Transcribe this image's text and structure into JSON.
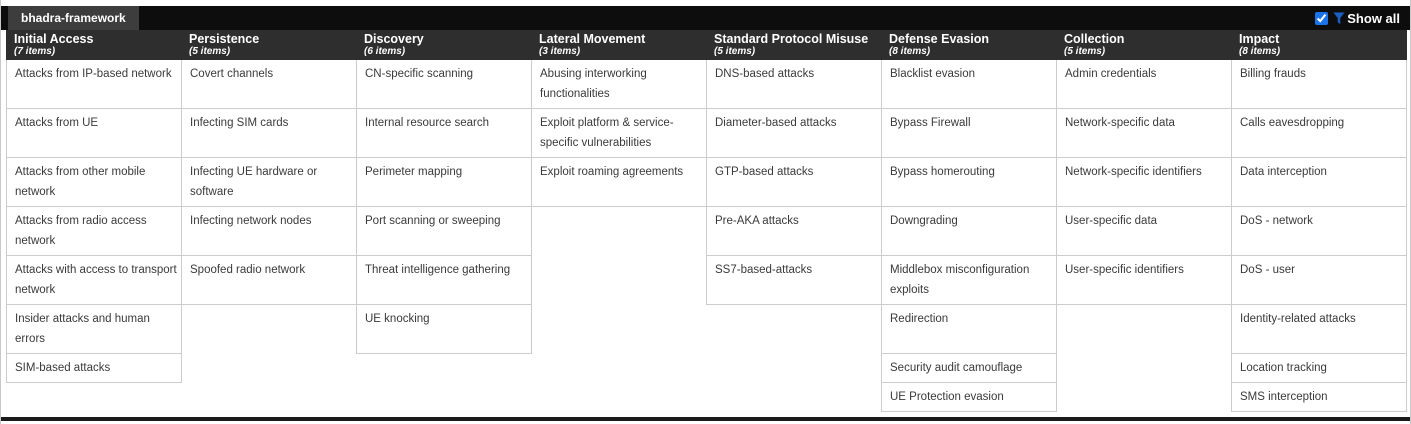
{
  "header": {
    "tab_label": "bhadra-framework",
    "show_all_label": "Show all",
    "show_all_checked": true
  },
  "matrix": {
    "columns": [
      {
        "name": "Initial Access",
        "count_label": "(7 items)",
        "techniques": [
          "Attacks from IP-based network",
          "Attacks from UE",
          "Attacks from other mobile network",
          "Attacks from radio access network",
          "Attacks with access to transport network",
          "Insider attacks and human errors",
          "SIM-based attacks"
        ]
      },
      {
        "name": "Persistence",
        "count_label": "(5 items)",
        "techniques": [
          "Covert channels",
          "Infecting SIM cards",
          "Infecting UE hardware or software",
          "Infecting network nodes",
          "Spoofed radio network"
        ]
      },
      {
        "name": "Discovery",
        "count_label": "(6 items)",
        "techniques": [
          "CN-specific scanning",
          "Internal resource search",
          "Perimeter mapping",
          "Port scanning or sweeping",
          "Threat intelligence gathering",
          "UE knocking"
        ]
      },
      {
        "name": "Lateral Movement",
        "count_label": "(3 items)",
        "techniques": [
          "Abusing interworking functionalities",
          "Exploit platform & service-specific vulnerabilities",
          "Exploit roaming agreements"
        ]
      },
      {
        "name": "Standard Protocol Misuse",
        "count_label": "(5 items)",
        "techniques": [
          "DNS-based attacks",
          "Diameter-based attacks",
          "GTP-based attacks",
          "Pre-AKA attacks",
          "SS7-based-attacks"
        ]
      },
      {
        "name": "Defense Evasion",
        "count_label": "(8 items)",
        "techniques": [
          "Blacklist evasion",
          "Bypass Firewall",
          "Bypass homerouting",
          "Downgrading",
          "Middlebox misconfiguration exploits",
          "Redirection",
          "Security audit camouflage",
          "UE Protection evasion"
        ]
      },
      {
        "name": "Collection",
        "count_label": "(5 items)",
        "techniques": [
          "Admin credentials",
          "Network-specific data",
          "Network-specific identifiers",
          "User-specific data",
          "User-specific identifiers"
        ]
      },
      {
        "name": "Impact",
        "count_label": "(8 items)",
        "techniques": [
          "Billing frauds",
          "Calls eavesdropping",
          "Data interception",
          "DoS - network",
          "DoS - user",
          "Identity-related attacks",
          "Location tracking",
          "SMS interception"
        ]
      }
    ]
  },
  "colors": {
    "topbar_bg": "#0d0d0d",
    "tab_bg": "#3d3d3d",
    "column_header_bg": "#2e2e2e",
    "cell_border": "#cccccc",
    "cell_text": "#3a3a3a",
    "accent_blue": "#1a73e8",
    "funnel_blue": "#1d5fbf"
  }
}
